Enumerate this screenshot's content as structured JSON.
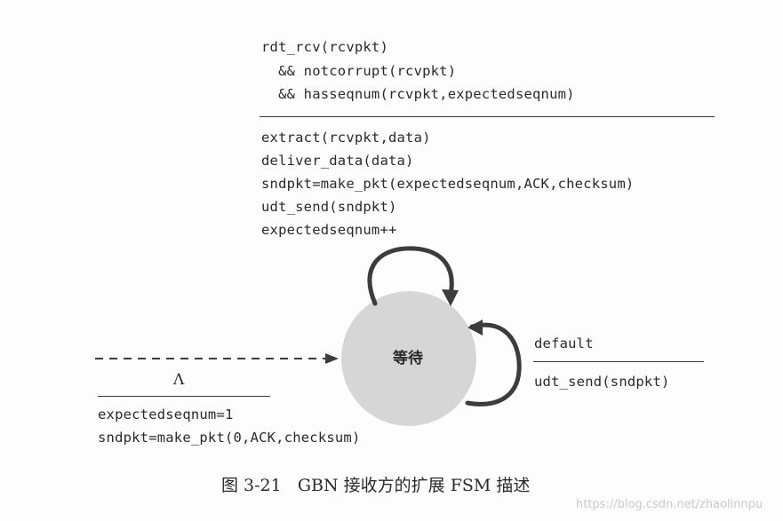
{
  "fsm": {
    "state_label": "等待",
    "self_loop_top": {
      "event_lines": [
        "rdt_rcv(rcvpkt)",
        "  && notcorrupt(rcvpkt)",
        "  && hasseqnum(rcvpkt,expectedseqnum)"
      ],
      "action_lines": [
        "extract(rcvpkt,data)",
        "deliver_data(data)",
        "sndpkt=make_pkt(expectedseqnum,ACK,checksum)",
        "udt_send(sndpkt)",
        "expectedseqnum++"
      ]
    },
    "self_loop_right": {
      "event": "default",
      "action": "udt_send(sndpkt)"
    },
    "initial_transition": {
      "event": "Λ",
      "action_lines": [
        "expectedseqnum=1",
        "sndpkt=make_pkt(0,ACK,checksum)"
      ]
    }
  },
  "caption": "图 3-21   GBN 接收方的扩展 FSM 描述",
  "watermark": "https://blog.csdn.net/zhaolinnpu",
  "colors": {
    "state_fill": "#d6d6d6",
    "arrow": "#3c3c3c",
    "text": "#2a2a2a"
  }
}
